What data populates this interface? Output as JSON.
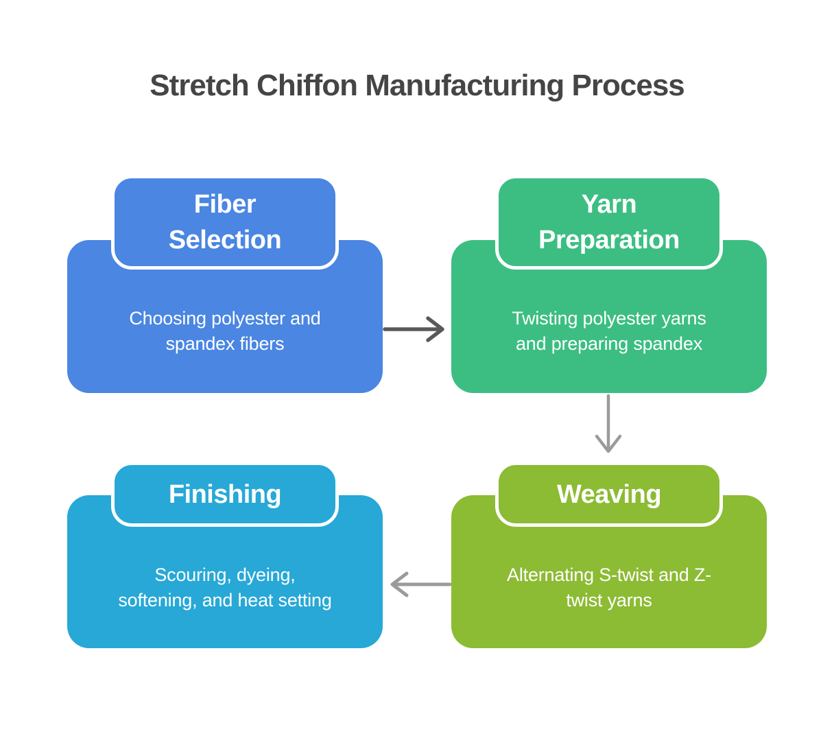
{
  "title": "Stretch Chiffon Manufacturing Process",
  "colors": {
    "background": "#ffffff",
    "title_text": "#454545",
    "node_text": "#ffffff",
    "fiber_selection": "#4A86E2",
    "yarn_preparation": "#3CBE82",
    "weaving": "#8CBB34",
    "finishing": "#27A8D7",
    "arrow_dark": "#58595B",
    "arrow_light": "#9B9B99"
  },
  "nodes": {
    "fiber_selection": {
      "title": [
        "Fiber",
        "Selection"
      ],
      "description": [
        "Choosing polyester and",
        "spandex fibers"
      ],
      "color": "#4A86E2"
    },
    "yarn_preparation": {
      "title": [
        "Yarn",
        "Preparation"
      ],
      "description": [
        "Twisting polyester yarns",
        "and preparing spandex"
      ],
      "color": "#3CBE82"
    },
    "weaving": {
      "title": [
        "Weaving"
      ],
      "description": [
        "Alternating S-twist and Z-",
        "twist yarns"
      ],
      "color": "#8CBB34"
    },
    "finishing": {
      "title": [
        "Finishing"
      ],
      "description": [
        "Scouring, dyeing,",
        "softening, and heat setting"
      ],
      "color": "#27A8D7"
    }
  },
  "arrows": [
    {
      "name": "fiber-selection-to-yarn-preparation",
      "direction": "right"
    },
    {
      "name": "yarn-preparation-to-weaving",
      "direction": "down"
    },
    {
      "name": "weaving-to-finishing",
      "direction": "left"
    }
  ]
}
